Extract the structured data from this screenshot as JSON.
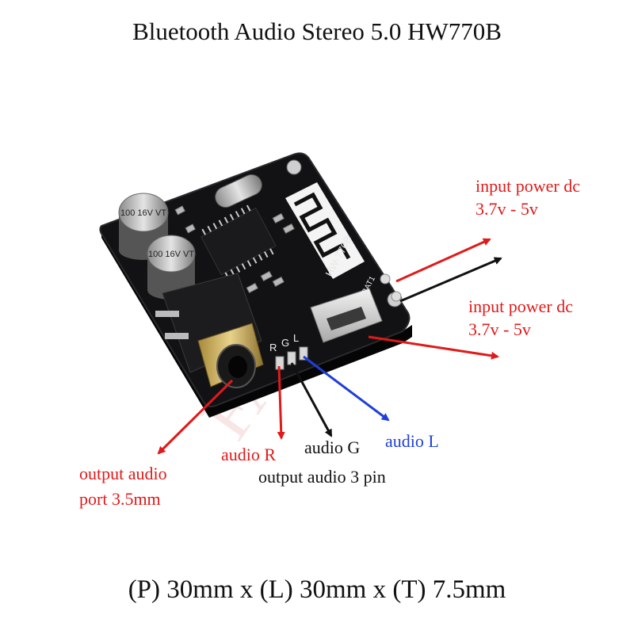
{
  "title": "Bluetooth Audio Stereo 5.0 HW770B",
  "dimensions": "(P) 30mm x (L) 30mm x (T) 7.5mm",
  "watermark": "FAHLA",
  "board": {
    "model_text": "HW-770B",
    "capacitor_1_text": "100 16V VT",
    "capacitor_2_text": "100 16V VT",
    "pin_labels": [
      "R",
      "G",
      "L"
    ],
    "batt_label": "BAT1"
  },
  "labels": {
    "power_top_line1": "input power dc",
    "power_top_line2": "3.7v - 5v",
    "power_bottom_line1": "input power dc",
    "power_bottom_line2": "3.7v - 5v",
    "audio_port_line1": "output audio",
    "audio_port_line2": "port 3.5mm",
    "audio_r": "audio R",
    "audio_g": "audio G",
    "audio_l": "audio L",
    "pin_caption": "output audio 3 pin"
  },
  "colors": {
    "label_red": "#e01a1a",
    "label_blue": "#1f3fd8",
    "label_black": "#111111",
    "pcb": "#101012"
  }
}
